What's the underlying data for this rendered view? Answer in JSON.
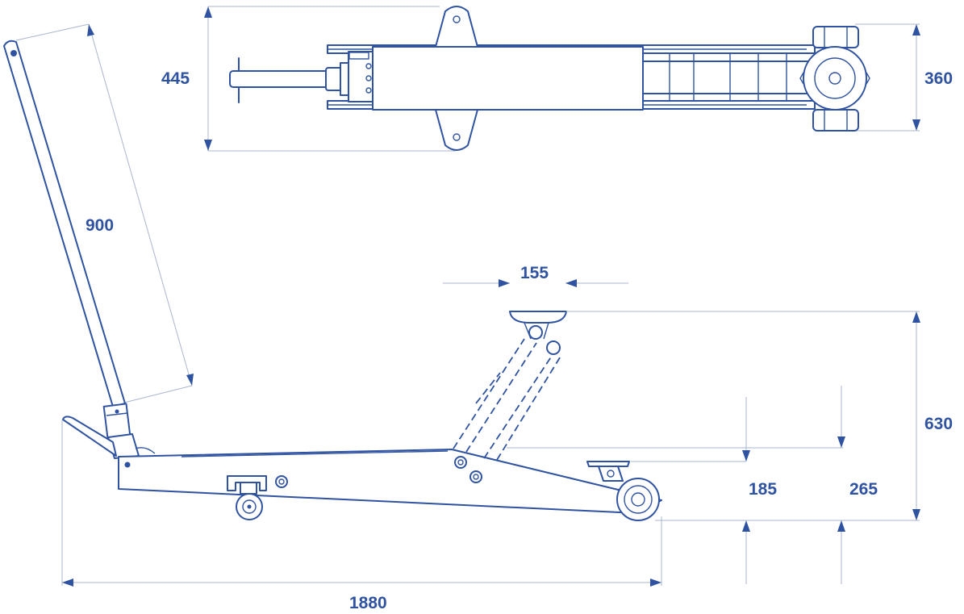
{
  "dimensions": {
    "total_length": "1880",
    "handle_length": "900",
    "top_width": "445",
    "wheel_track": "360",
    "saddle_width": "155",
    "max_height": "630",
    "min_height_a": "185",
    "min_height_b": "265"
  },
  "colors": {
    "line": "#2f53a0",
    "dimension_line": "#aab6cc",
    "background": "#ffffff"
  }
}
